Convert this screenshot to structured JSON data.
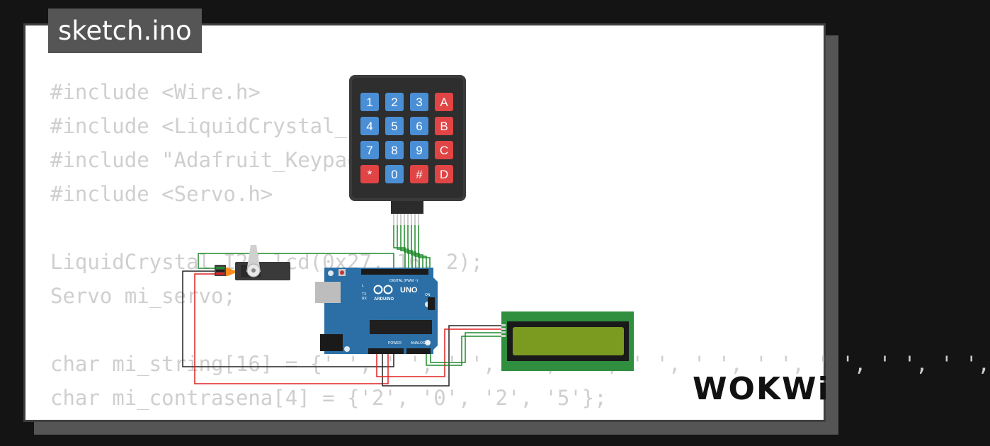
{
  "title": "sketch.ino",
  "brand": "WOKWi",
  "code_lines": [
    "#include <Wire.h>",
    "#include <LiquidCrystal_I2C.h>",
    "#include \"Adafruit_Keypad.h\"",
    "#include <Servo.h>",
    "",
    "LiquidCrystal_I2C lcd(0x27, 16, 2);",
    "Servo mi_servo;",
    "",
    "char mi_string[16] = {' ', ' ', ' ', ' ', ' ', ' ', ' ', ' ', ' ', ' ', ' ',",
    "char mi_contrasena[4] = {'2', '0', '2', '5'};"
  ],
  "keypad": {
    "keys": [
      {
        "label": "1",
        "kind": "num"
      },
      {
        "label": "2",
        "kind": "num"
      },
      {
        "label": "3",
        "kind": "num"
      },
      {
        "label": "A",
        "kind": "letter"
      },
      {
        "label": "4",
        "kind": "num"
      },
      {
        "label": "5",
        "kind": "num"
      },
      {
        "label": "6",
        "kind": "num"
      },
      {
        "label": "B",
        "kind": "letter"
      },
      {
        "label": "7",
        "kind": "num"
      },
      {
        "label": "8",
        "kind": "num"
      },
      {
        "label": "9",
        "kind": "num"
      },
      {
        "label": "C",
        "kind": "letter"
      },
      {
        "label": "*",
        "kind": "letter"
      },
      {
        "label": "0",
        "kind": "num"
      },
      {
        "label": "#",
        "kind": "letter"
      },
      {
        "label": "D",
        "kind": "letter"
      }
    ]
  },
  "arduino": {
    "model": "UNO",
    "brand": "ARDUINO",
    "digital_label": "DIGITAL (PWM ~)",
    "analog_label": "ANALOG IN",
    "power_label": "POWER",
    "tx_label": "TX",
    "rx_label": "RX",
    "l_label": "L",
    "on_label": "ON"
  },
  "colors": {
    "board": "#2b6fa6",
    "key_blue": "#4a8fd6",
    "key_red": "#e04444",
    "lcd_border": "#2f8f3e",
    "lcd_screen": "#7a9a20",
    "wire_green": "#1f8a2a",
    "wire_red": "#e02020",
    "wire_black": "#222222"
  }
}
